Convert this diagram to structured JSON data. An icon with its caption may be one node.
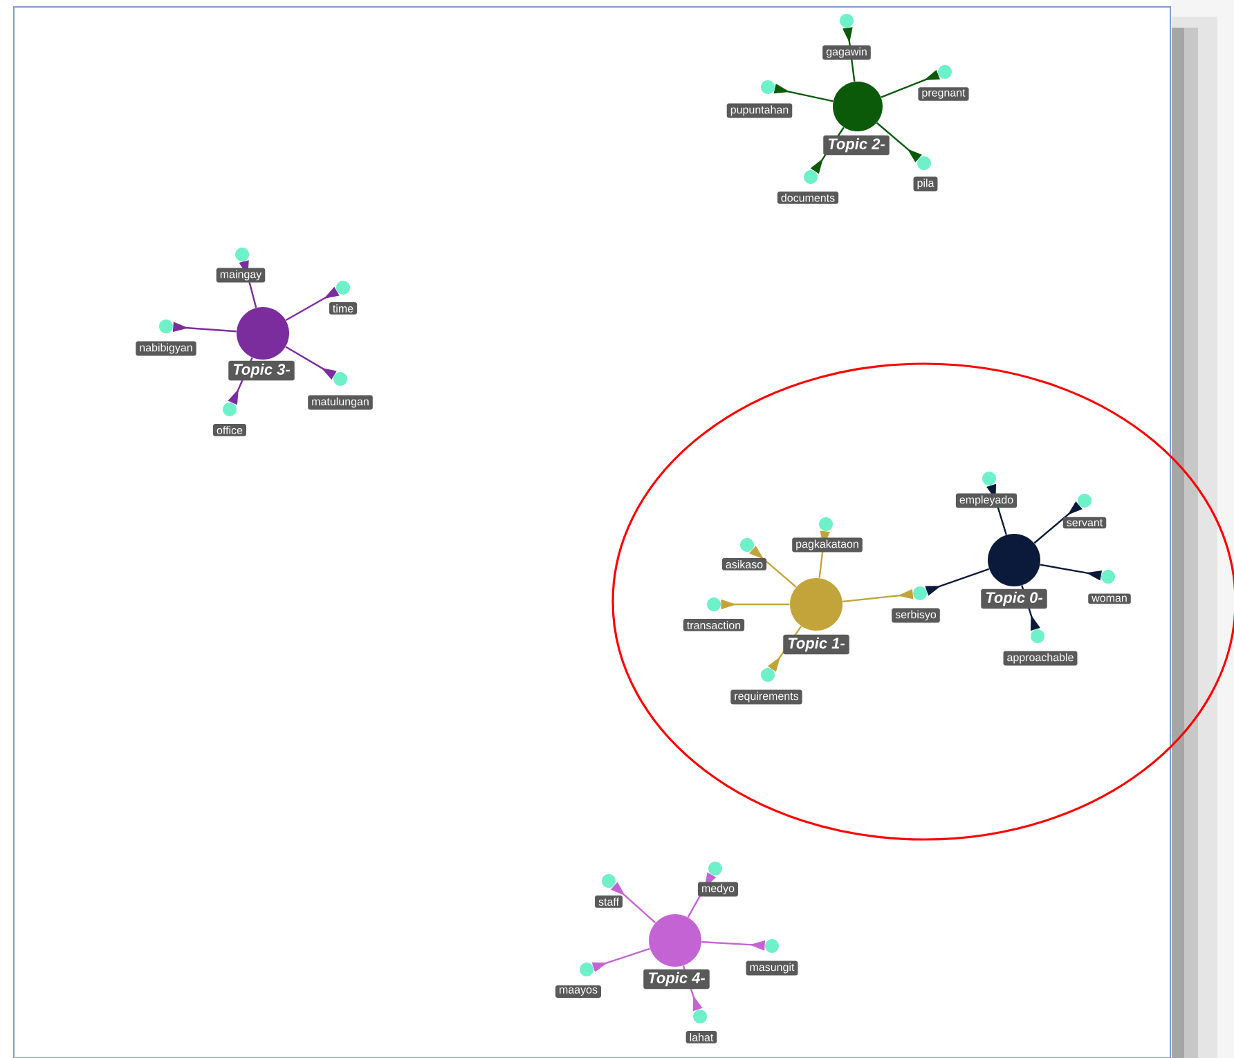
{
  "diagram": {
    "nodes": [
      {
        "text": [
          "Topic 2-"
        ]
      },
      {
        "text": [
          "gagawin"
        ]
      },
      {
        "text": [
          "pupuntahan"
        ]
      },
      {
        "text": [
          "pregnant"
        ]
      },
      {
        "text": [
          "documents"
        ]
      },
      {
        "text": [
          "pila"
        ]
      },
      {
        "text": [
          "Topic 3-"
        ]
      },
      {
        "text": [
          "maingay"
        ]
      },
      {
        "text": [
          "time"
        ]
      },
      {
        "text": [
          "nabibigyan"
        ]
      },
      {
        "text": [
          "matulungan"
        ]
      },
      {
        "text": [
          "office"
        ]
      },
      {
        "text": [
          "Topic 1-"
        ]
      },
      {
        "text": [
          "pagkakataon"
        ]
      },
      {
        "text": [
          "asikaso"
        ]
      },
      {
        "text": [
          "transaction"
        ]
      },
      {
        "text": [
          "serbisyo"
        ]
      },
      {
        "text": [
          "requirements"
        ]
      },
      {
        "text": [
          "Topic 0-"
        ]
      },
      {
        "text": [
          "empleyado"
        ]
      },
      {
        "text": [
          "servant"
        ]
      },
      {
        "text": [
          "woman"
        ]
      },
      {
        "text": [
          "approachable"
        ]
      },
      {
        "text": [
          "Topic 4-"
        ]
      },
      {
        "text": [
          "medyo"
        ]
      },
      {
        "text": [
          "staff"
        ]
      },
      {
        "text": [
          "masungit"
        ]
      },
      {
        "text": [
          "maayos"
        ]
      },
      {
        "text": [
          "lahat"
        ]
      }
    ],
    "edges": [
      {
        "from": 0,
        "to": 1,
        "arrow": "other",
        "color": "#0a5a0a"
      },
      {
        "from": 0,
        "to": 2,
        "arrow": "other",
        "color": "#0a5a0a"
      },
      {
        "from": 0,
        "to": 3,
        "arrow": "other",
        "color": "#0a5a0a"
      },
      {
        "from": 0,
        "to": 4,
        "arrow": "other",
        "color": "#0a5a0a"
      },
      {
        "from": 0,
        "to": 5,
        "arrow": "other",
        "color": "#0a5a0a"
      },
      {
        "from": 6,
        "to": 7,
        "arrow": "other",
        "color": "#7b2d9e"
      },
      {
        "from": 6,
        "to": 8,
        "arrow": "other",
        "color": "#7b2d9e"
      },
      {
        "from": 6,
        "to": 9,
        "arrow": "other",
        "color": "#7b2d9e"
      },
      {
        "from": 6,
        "to": 10,
        "arrow": "other",
        "color": "#7b2d9e"
      },
      {
        "from": 6,
        "to": 11,
        "arrow": "other",
        "color": "#7b2d9e"
      },
      {
        "from": 12,
        "to": 13,
        "arrow": "other",
        "color": "#c2a43b"
      },
      {
        "from": 12,
        "to": 14,
        "arrow": "other",
        "color": "#c2a43b"
      },
      {
        "from": 12,
        "to": 15,
        "arrow": "other",
        "color": "#c2a43b"
      },
      {
        "from": 12,
        "to": 16,
        "arrow": "other",
        "color": "#c2a43b"
      },
      {
        "from": 12,
        "to": 17,
        "arrow": "other",
        "color": "#c2a43b"
      },
      {
        "from": 18,
        "to": 16,
        "arrow": "other",
        "color": "#0b1a3a"
      },
      {
        "from": 18,
        "to": 19,
        "arrow": "other",
        "color": "#0b1a3a"
      },
      {
        "from": 18,
        "to": 20,
        "arrow": "other",
        "color": "#0b1a3a"
      },
      {
        "from": 18,
        "to": 21,
        "arrow": "other",
        "color": "#0b1a3a"
      },
      {
        "from": 18,
        "to": 22,
        "arrow": "other",
        "color": "#0b1a3a"
      },
      {
        "from": 23,
        "to": 24,
        "arrow": "other",
        "color": "#c464d4"
      },
      {
        "from": 23,
        "to": 25,
        "arrow": "other",
        "color": "#c464d4"
      },
      {
        "from": 23,
        "to": 26,
        "arrow": "other",
        "color": "#c464d4"
      },
      {
        "from": 23,
        "to": 27,
        "arrow": "other",
        "color": "#c464d4"
      },
      {
        "from": 23,
        "to": 28,
        "arrow": "other",
        "color": "#c464d4"
      }
    ]
  }
}
